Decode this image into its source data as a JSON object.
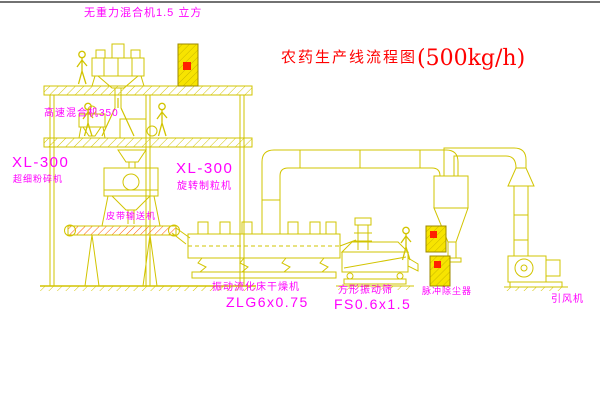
{
  "title": {
    "text": "农药生产线流程图",
    "capacity": "(500kg/h)"
  },
  "equipment_labels": {
    "gravity_mixer": "无重力混合机1.5 立方",
    "high_speed_mixer": "高速混合机350",
    "mill": {
      "model": "XL-300",
      "name": "超细粉碎机"
    },
    "granulator": {
      "model": "XL-300",
      "name": "旋转制粒机"
    },
    "belt_conveyor": "皮带输送机",
    "fluid_bed_dryer": {
      "name": "振动流化床干燥机",
      "model": "ZLG6x0.75"
    },
    "vibrating_screen": {
      "name": "方形振动筛",
      "model": "FS0.6x1.5"
    },
    "dust_collector": "脉冲除尘器",
    "induced_draft_fan": "引风机"
  },
  "colors": {
    "line_yellow": "#d2c400",
    "label_magenta": "#ff00ff",
    "title_red": "#ff0000",
    "panel_yellow": "#f7e400",
    "indicator_red": "#ff2000",
    "belt_hatch_red": "#ff5a00",
    "background": "#ffffff"
  }
}
